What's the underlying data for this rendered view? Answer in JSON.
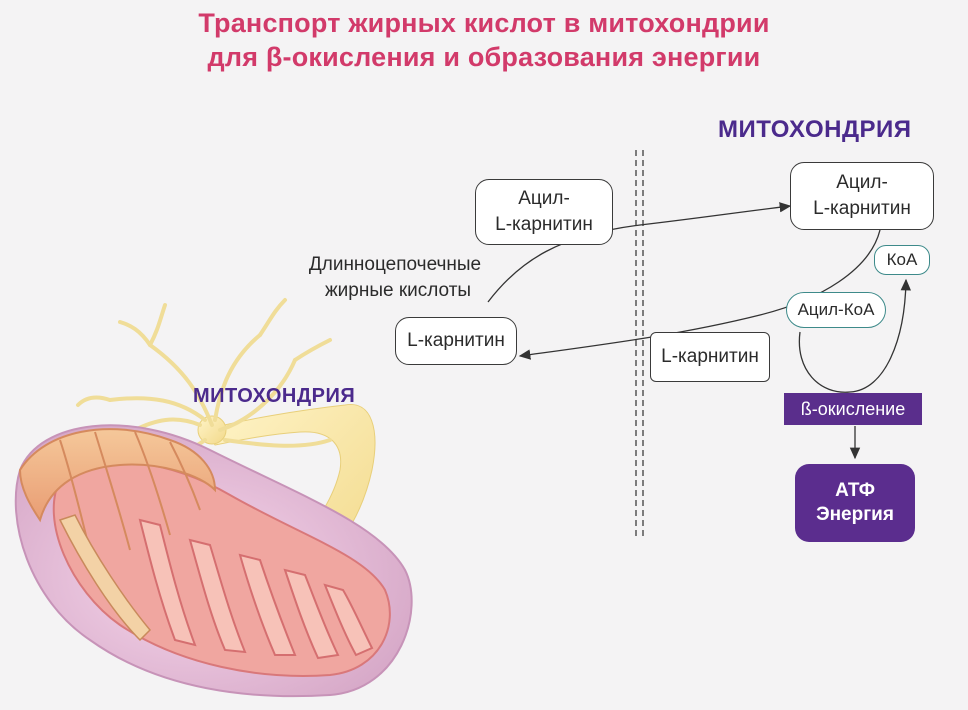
{
  "title": {
    "line1": "Транспорт жирных кислот в митохондрии",
    "line2": "для β-окисления и образования энергии"
  },
  "labels": {
    "mitochondria_right": "МИТОХОНДРИЯ",
    "mitochondria_left": "МИТОХОНДРИЯ",
    "fatty_acids_line1": "Длинноцепочечные",
    "fatty_acids_line2": "жирные кислоты"
  },
  "boxes": {
    "acyl_carnitine_outside_line1": "Ацил-",
    "acyl_carnitine_outside_line2": "L-карнитин",
    "acyl_carnitine_inside_line1": "Ацил-",
    "acyl_carnitine_inside_line2": "L-карнитин",
    "l_carnitine_outside": "L-карнитин",
    "l_carnitine_membrane": "L-карнитин",
    "coa": "КоА",
    "acyl_coa": "Ацил-КоА",
    "beta_oxidation": "ß-окисление",
    "atp_line1": "АТФ",
    "atp_line2": "Энергия"
  },
  "colors": {
    "title": "#d23a6a",
    "mitochondria_heading": "#4b2a8c",
    "beta_box": "#5a2e8c",
    "atp_box": "#5b2d8e"
  }
}
